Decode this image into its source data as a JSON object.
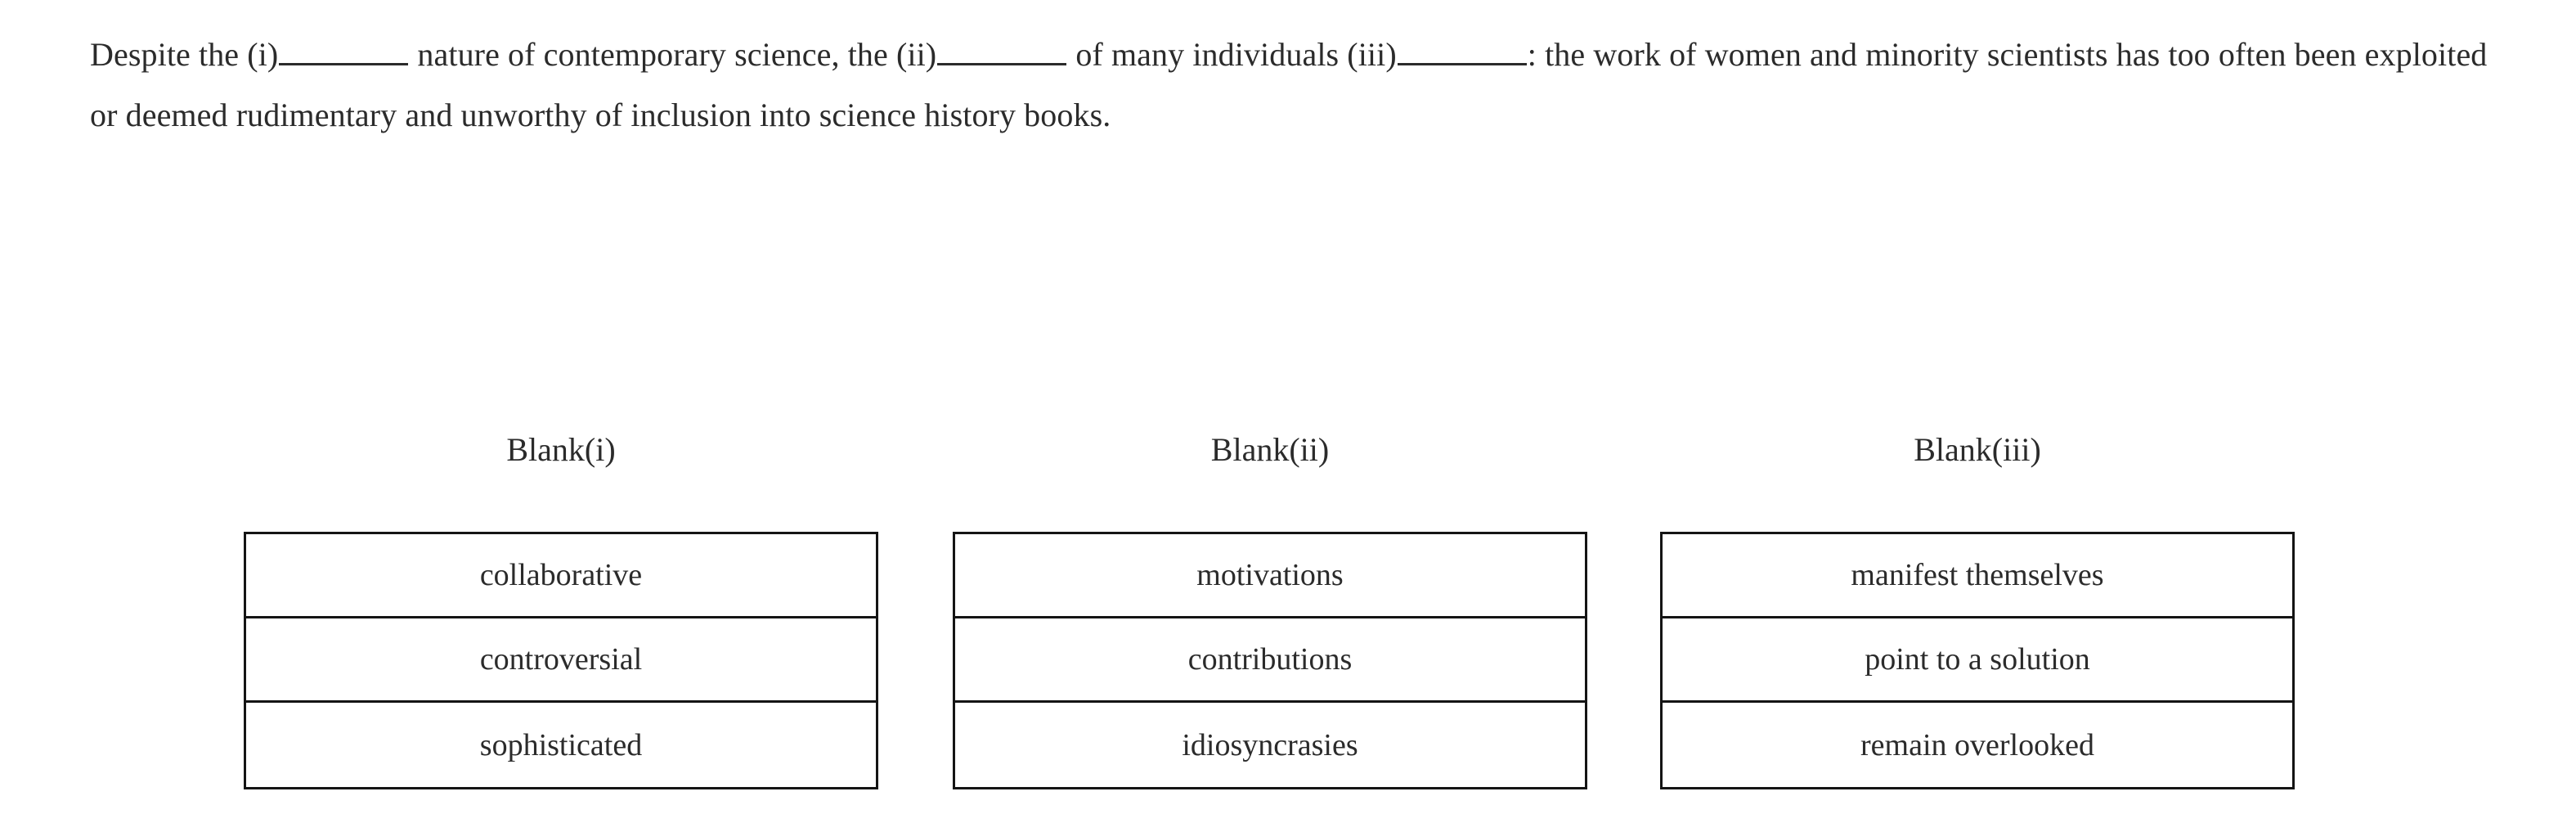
{
  "question": {
    "type": "text-completion-three-blank",
    "passage_segments": [
      {
        "kind": "text",
        "value": "Despite the (i)"
      },
      {
        "kind": "blank",
        "value": "",
        "blank_id": "i"
      },
      {
        "kind": "text",
        "value": " nature of contemporary science, the (ii)"
      },
      {
        "kind": "blank",
        "value": "",
        "blank_id": "ii"
      },
      {
        "kind": "text",
        "value": " of many individuals (iii)"
      },
      {
        "kind": "blank",
        "value": "",
        "blank_id": "iii"
      },
      {
        "kind": "text",
        "value": ": the work of women and minority scientists has too often been exploited or deemed rudimentary and unworthy of inclusion into science history books."
      }
    ],
    "passage_full_text": "Despite the (i)______________ nature of contemporary science, the (ii)______________ of many individuals (iii)______________: the work of women and minority scientists has too often been exploited or deemed rudimentary and unworthy of inclusion into science history books."
  },
  "answer_columns": [
    {
      "header": "Blank(i)",
      "choices": [
        {
          "label": "collaborative"
        },
        {
          "label": "controversial"
        },
        {
          "label": "sophisticated"
        }
      ]
    },
    {
      "header": "Blank(ii)",
      "choices": [
        {
          "label": "motivations"
        },
        {
          "label": "contributions"
        },
        {
          "label": "idiosyncrasies"
        }
      ]
    },
    {
      "header": "Blank(iii)",
      "choices": [
        {
          "label": "manifest themselves"
        },
        {
          "label": "point to a solution"
        },
        {
          "label": "remain overlooked"
        }
      ]
    }
  ],
  "colors": {
    "background": "#ffffff",
    "text": "#2b2b2b",
    "table_border": "#141414"
  }
}
